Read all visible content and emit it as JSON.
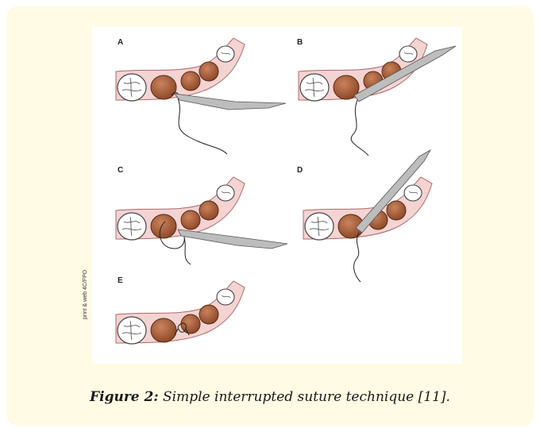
{
  "figure": {
    "panel_labels": [
      "A",
      "B",
      "C",
      "D",
      "E"
    ],
    "side_note": "print & web 4C/FPO"
  },
  "caption": {
    "label": "Figure 2:",
    "text": " Simple interrupted suture technique [11]."
  },
  "colors": {
    "card_background": "#fffbe4",
    "gum": "#f4d3d3",
    "tooth_crown": "#a45a38",
    "instrument": "#b9b9b9"
  }
}
